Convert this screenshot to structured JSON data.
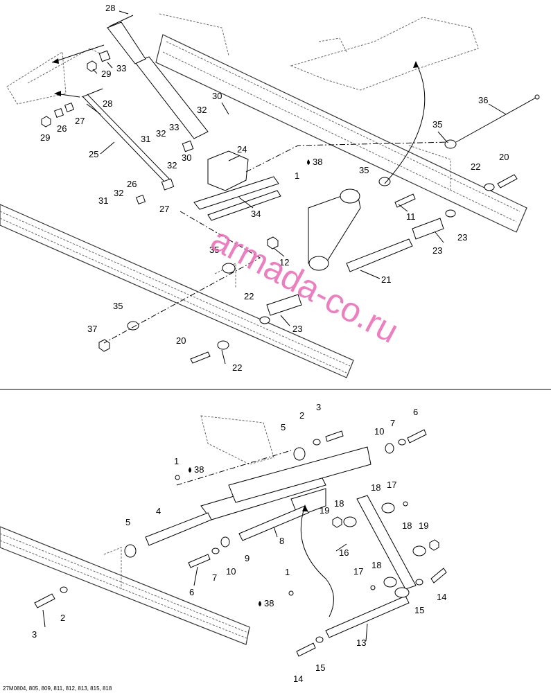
{
  "diagram": {
    "footer_code": "27M0804, 805, 809, 811, 812, 813, 815, 818",
    "watermark": "armada-co.ru",
    "upper_callouts": [
      "28",
      "33",
      "29",
      "28",
      "26",
      "27",
      "29",
      "25",
      "30",
      "32",
      "31",
      "32",
      "33",
      "30",
      "32",
      "24",
      "38",
      "1",
      "26",
      "32",
      "27",
      "31",
      "34",
      "35",
      "36",
      "20",
      "22",
      "35",
      "11",
      "23",
      "23",
      "12",
      "21",
      "35",
      "22",
      "35",
      "23",
      "37",
      "20",
      "22"
    ],
    "lower_callouts": [
      "3",
      "2",
      "5",
      "10",
      "7",
      "6",
      "1",
      "38",
      "4",
      "5",
      "19",
      "18",
      "17",
      "18",
      "16",
      "8",
      "18",
      "19",
      "9",
      "7",
      "10",
      "6",
      "17",
      "18",
      "1",
      "38",
      "15",
      "14",
      "2",
      "3",
      "13",
      "14",
      "15"
    ]
  }
}
